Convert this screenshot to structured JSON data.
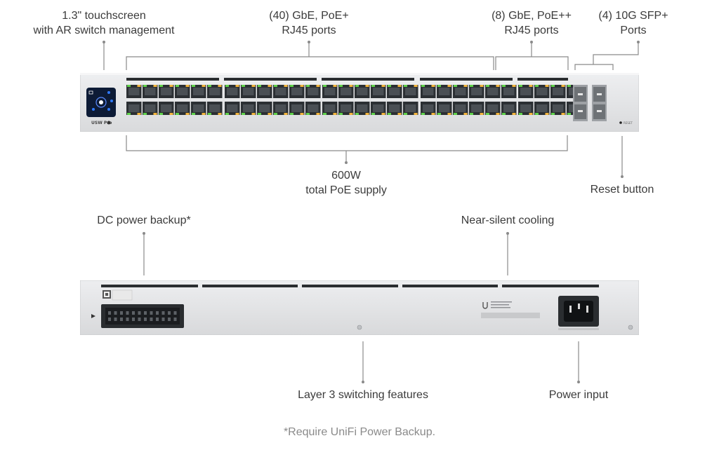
{
  "front": {
    "model_label": "USW Pro",
    "reset_label": "RESET"
  },
  "callouts": {
    "touchscreen": {
      "line1": "1.3\" touchscreen",
      "line2": "with AR switch management"
    },
    "gbe_poe": {
      "line1": "(40) GbE, PoE+",
      "line2": "RJ45 ports"
    },
    "gbe_poepp": {
      "line1": "(8) GbE, PoE++",
      "line2": "RJ45 ports"
    },
    "sfp": {
      "line1": "(4) 10G SFP+",
      "line2": "Ports"
    },
    "poe_supply": {
      "line1": "600W",
      "line2": "total PoE supply"
    },
    "reset": {
      "line1": "Reset button"
    },
    "dc_backup": {
      "line1": "DC power backup*"
    },
    "cooling": {
      "line1": "Near-silent cooling"
    },
    "layer3": {
      "line1": "Layer 3 switching features"
    },
    "power_input": {
      "line1": "Power input"
    }
  },
  "footnote": "*Require UniFi Power Backup.",
  "colors": {
    "led_green": "#5fd14a",
    "led_amber": "#f2b43c",
    "chassis": "#e3e4e6",
    "port_body": "#2b2f33",
    "screen_blue": "#1f6fe0"
  }
}
